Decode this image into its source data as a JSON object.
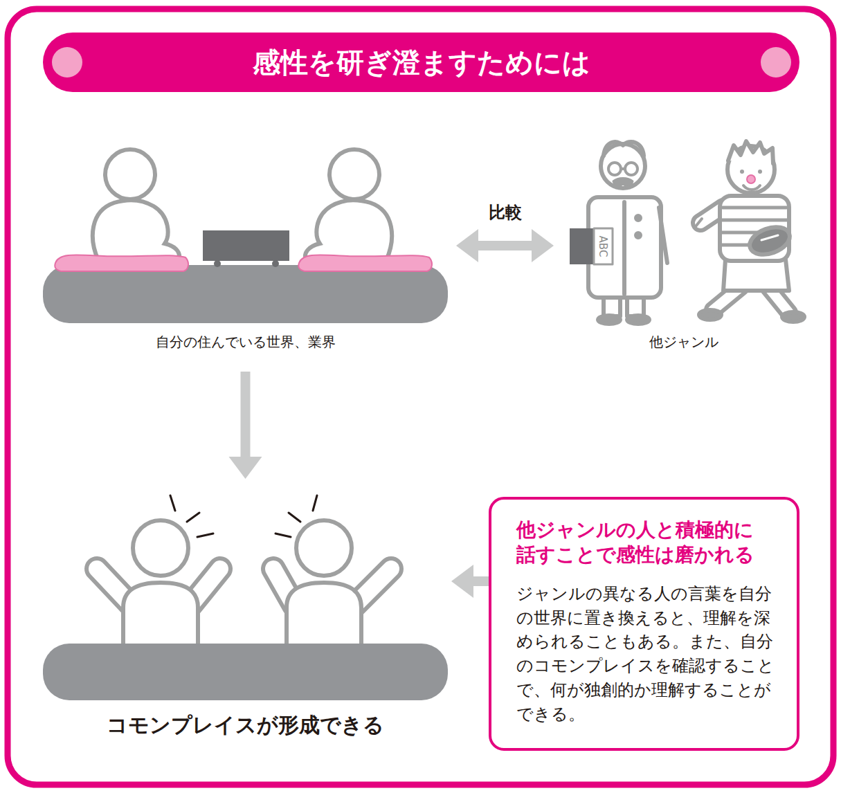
{
  "diagram": {
    "title": "感性を研ぎ澄ますためには",
    "nodes": [
      {
        "text": [
          "自分の住んでいる世界、業界"
        ]
      },
      {
        "text": [
          "他ジャンル"
        ]
      },
      {
        "text": [
          "コモンプレイスが形成できる"
        ]
      },
      {
        "text": [
          "他ジャンルの人と積極的に話すことで感性は磨かれる",
          "ジャンルの異なる人の言葉を自分の世界に置き換えると、理解を深められることもある。また、自分のコモンプレイスを確認することで、何が独創的か理解することができる。"
        ]
      }
    ],
    "edges": [
      {
        "from": 0,
        "to": 1,
        "label": "比較",
        "arrow": "both"
      },
      {
        "from": 0,
        "to": 2,
        "arrow": "to"
      },
      {
        "from": 1,
        "to": 2,
        "arrow": "to"
      }
    ],
    "labels": [
      "ABC"
    ]
  }
}
